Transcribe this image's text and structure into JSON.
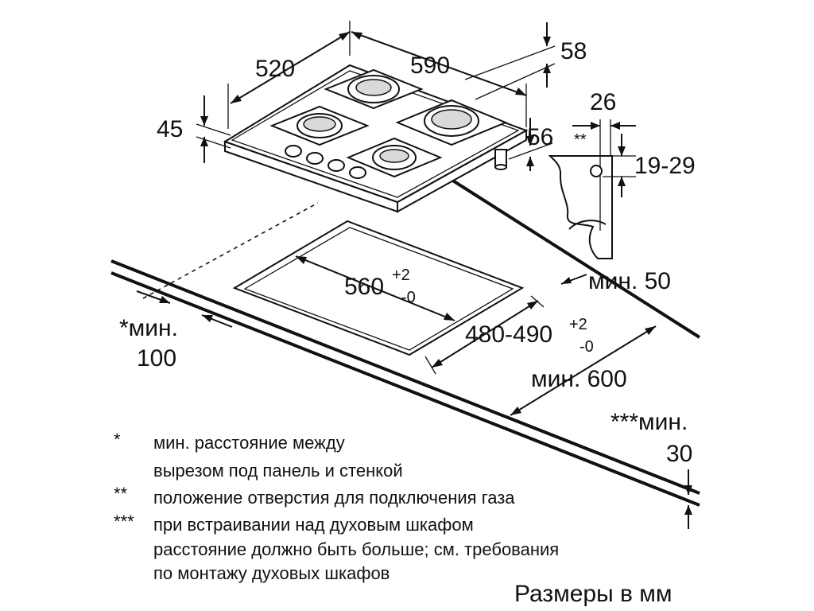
{
  "dimensions": {
    "width_520": "520",
    "depth_590": "590",
    "height_45": "45",
    "edge_58": "58",
    "edge_56": "56",
    "gas_26": "26",
    "gas_marker": "**",
    "gas_19_29": "19-29",
    "cutout_width_base": "560",
    "cutout_width_tol_plus": "+2",
    "cutout_width_tol_minus": "-0",
    "cutout_depth_base": "480-490",
    "cutout_depth_tol_plus": "+2",
    "cutout_depth_tol_minus": "-0",
    "min_50": "мин. 50",
    "min_100_line1": "*мин.",
    "min_100_line2": "100",
    "min_600": "мин. 600",
    "min_30_line1": "***мин.",
    "min_30_line2": "30"
  },
  "notes": [
    {
      "marker": "*",
      "lines": [
        "мин. расстояние между",
        "вырезом под панель и стенкой"
      ]
    },
    {
      "marker": "**",
      "lines": [
        "положение отверстия для подключения газа"
      ]
    },
    {
      "marker": "***",
      "lines": [
        "при встраивании над духовым шкафом",
        "расстояние должно быть больше; см. требования",
        "по монтажу духовых шкафов"
      ]
    }
  ],
  "caption": "Размеры в мм"
}
